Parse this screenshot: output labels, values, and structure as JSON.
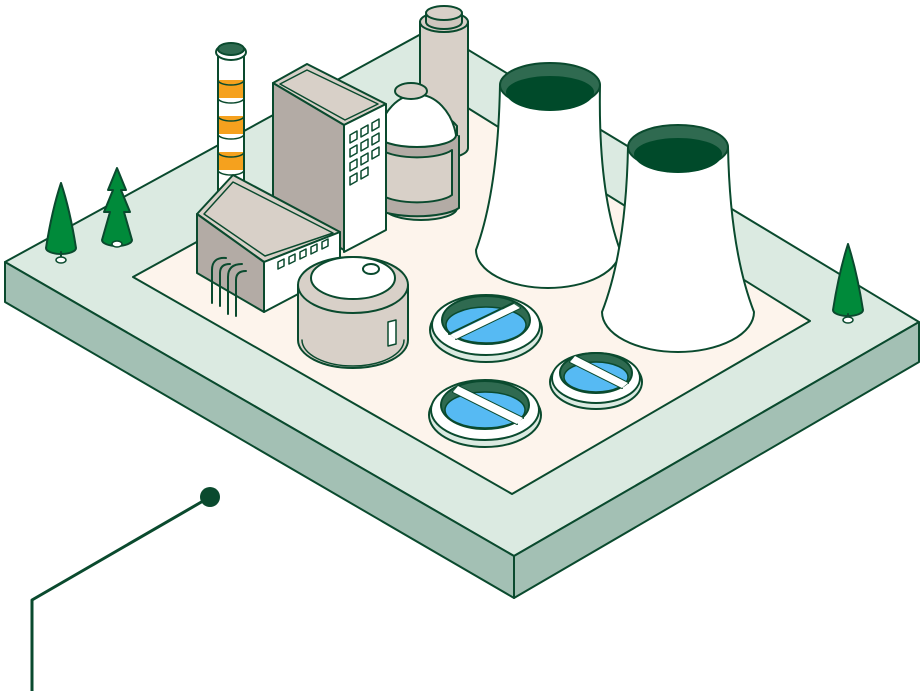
{
  "illustration": {
    "subject": "",
    "elements": [
      "base-platform",
      "inner-site-pad",
      "chimney-stack",
      "office-tower",
      "low-building",
      "reactor-dome",
      "storage-silo",
      "round-tank",
      "cooling-tower-left",
      "cooling-tower-right",
      "water-basin",
      "tree",
      "callout-leader-line"
    ]
  },
  "colors": {
    "outline": "#0a4a2e",
    "platform_top": "#dbeae1",
    "platform_side": "#a3c0b4",
    "site_pad": "#fdf4ec",
    "building_light": "#d8d0c8",
    "building_shade": "#b3aba5",
    "stack_orange": "#f5a11e",
    "tower_inner": "#004a2a",
    "tower_rim": "#2f6a50",
    "water": "#56baf3",
    "tree": "#008a3a",
    "white": "#ffffff"
  }
}
